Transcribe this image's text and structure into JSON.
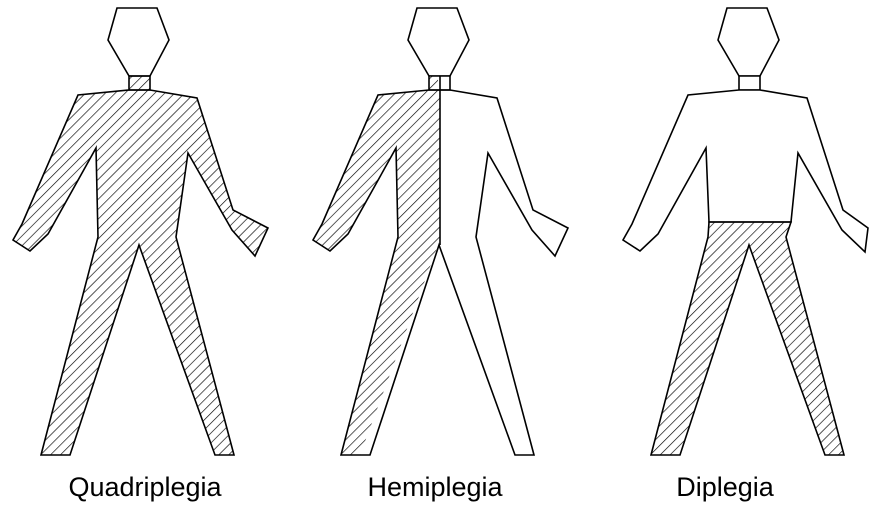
{
  "figures": [
    {
      "id": "quadriplegia",
      "label": "Quadriplegia",
      "affected": [
        "left-arm",
        "right-arm",
        "trunk",
        "left-leg",
        "right-leg"
      ]
    },
    {
      "id": "hemiplegia",
      "label": "Hemiplegia",
      "affected": [
        "left-arm",
        "left-trunk",
        "left-leg"
      ]
    },
    {
      "id": "diplegia",
      "label": "Diplegia",
      "affected": [
        "left-leg",
        "right-leg"
      ]
    }
  ],
  "colors": {
    "outline": "#000000",
    "hatch": "#000000",
    "background": "#ffffff"
  }
}
